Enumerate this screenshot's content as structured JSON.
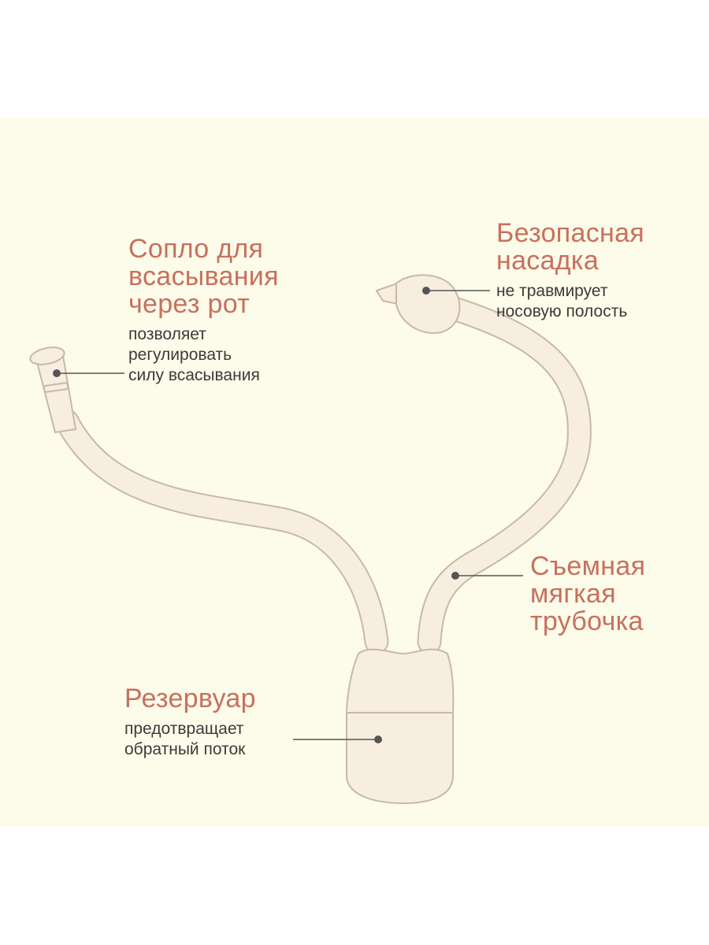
{
  "labels": {
    "mouth_nozzle": {
      "title": "Сопло для\nвсасывания\nчерез рот",
      "desc": "позволяет\nрегулировать\nсилу всасывания"
    },
    "safe_tip": {
      "title": "Безопасная\nнасадка",
      "desc": "не травмирует\nносовую полость"
    },
    "soft_tube": {
      "title": "Съемная\nмягкая\nтрубочка"
    },
    "reservoir": {
      "title": "Резервуар",
      "desc": "предотвращает\nобратный поток"
    }
  },
  "colors": {
    "background": "#fdfbe9",
    "title_text": "#c8705e",
    "body_text": "#3b3b3b",
    "outline": "#c7b9a6",
    "fill": "#f8eedf",
    "pointer": "#555555"
  }
}
